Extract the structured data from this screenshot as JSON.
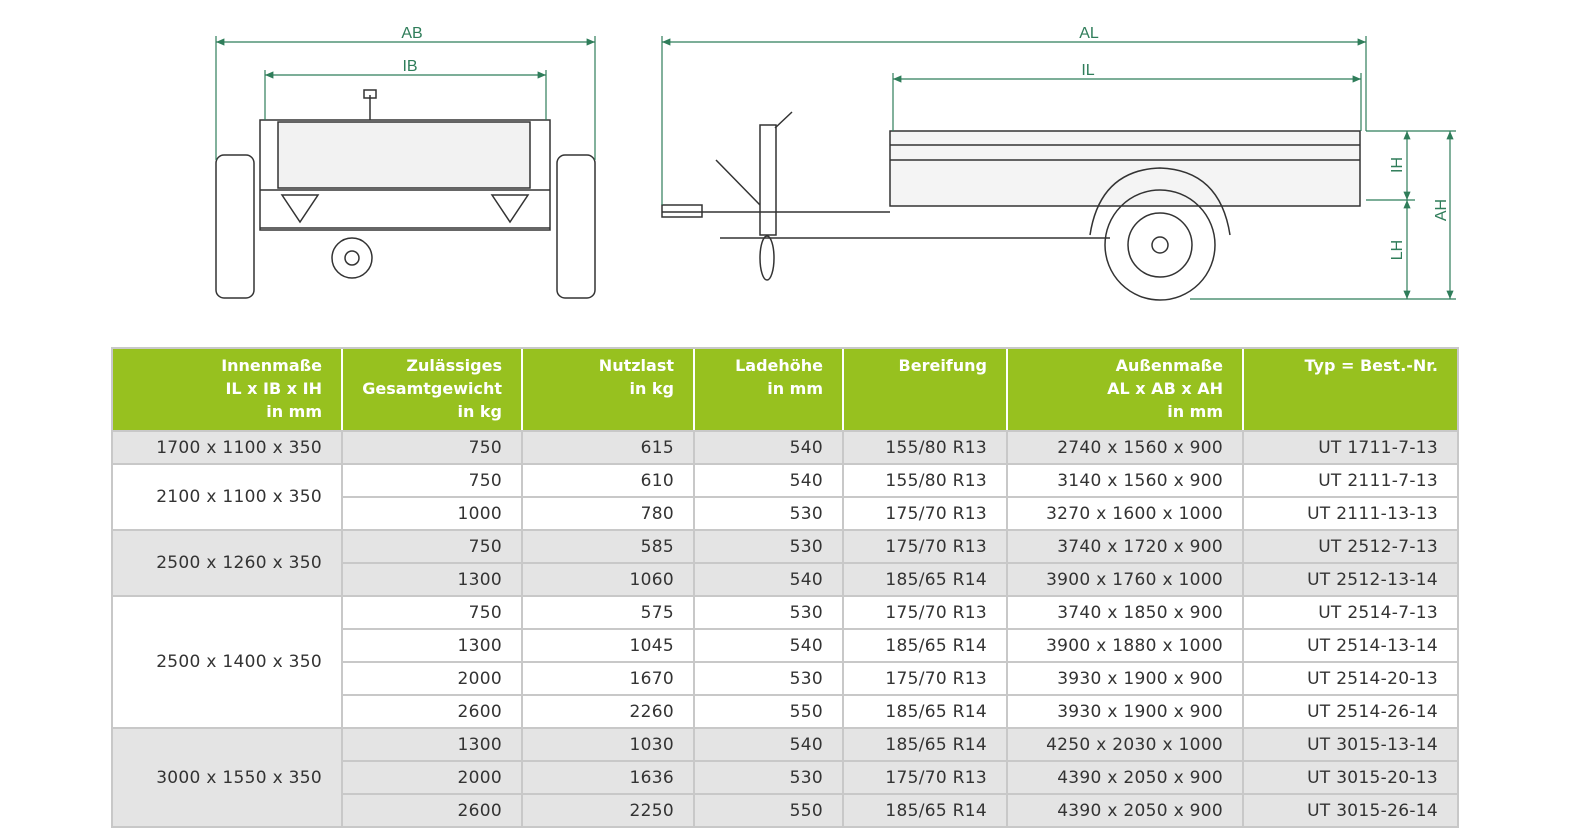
{
  "drawing": {
    "labels": {
      "ab": "AB",
      "ib": "IB",
      "al": "AL",
      "il": "IL",
      "ih": "IH",
      "ah": "AH",
      "lh": "LH"
    },
    "dimension_color": "#2f7d5a"
  },
  "table": {
    "header_color": "#97c11f",
    "headers": [
      [
        "Innenmaße",
        "IL x IB x IH",
        "in mm"
      ],
      [
        "Zulässiges",
        "Gesamtgewicht",
        "in kg"
      ],
      [
        "Nutzlast",
        "in kg"
      ],
      [
        "Ladehöhe",
        "in mm"
      ],
      [
        "Bereifung"
      ],
      [
        "Außenmaße",
        "AL x AB x AH",
        "in mm"
      ],
      [
        "Typ = Best.-Nr."
      ]
    ],
    "groups": [
      {
        "inner": "1700 x 1100 x 350",
        "rows": [
          [
            "750",
            "615",
            "540",
            "155/80 R13",
            "2740 x 1560 x 900",
            "UT 1711-7-13"
          ]
        ]
      },
      {
        "inner": "2100 x 1100 x 350",
        "rows": [
          [
            "750",
            "610",
            "540",
            "155/80 R13",
            "3140 x 1560 x 900",
            "UT 2111-7-13"
          ],
          [
            "1000",
            "780",
            "530",
            "175/70 R13",
            "3270 x 1600 x 1000",
            "UT 2111-13-13"
          ]
        ]
      },
      {
        "inner": "2500 x 1260 x 350",
        "rows": [
          [
            "750",
            "585",
            "530",
            "175/70 R13",
            "3740 x 1720 x 900",
            "UT 2512-7-13"
          ],
          [
            "1300",
            "1060",
            "540",
            "185/65 R14",
            "3900 x 1760 x 1000",
            "UT 2512-13-14"
          ]
        ]
      },
      {
        "inner": "2500 x 1400 x 350",
        "rows": [
          [
            "750",
            "575",
            "530",
            "175/70 R13",
            "3740 x 1850 x 900",
            "UT 2514-7-13"
          ],
          [
            "1300",
            "1045",
            "540",
            "185/65 R14",
            "3900 x 1880 x 1000",
            "UT 2514-13-14"
          ],
          [
            "2000",
            "1670",
            "530",
            "175/70 R13",
            "3930 x 1900 x 900",
            "UT 2514-20-13"
          ],
          [
            "2600",
            "2260",
            "550",
            "185/65 R14",
            "3930 x 1900 x 900",
            "UT 2514-26-14"
          ]
        ]
      },
      {
        "inner": "3000 x 1550 x 350",
        "rows": [
          [
            "1300",
            "1030",
            "540",
            "185/65 R14",
            "4250 x 2030 x 1000",
            "UT 3015-13-14"
          ],
          [
            "2000",
            "1636",
            "530",
            "175/70 R13",
            "4390 x 2050 x 900",
            "UT 3015-20-13"
          ],
          [
            "2600",
            "2250",
            "550",
            "185/65 R14",
            "4390 x 2050 x 900",
            "UT 3015-26-14"
          ]
        ]
      }
    ]
  }
}
